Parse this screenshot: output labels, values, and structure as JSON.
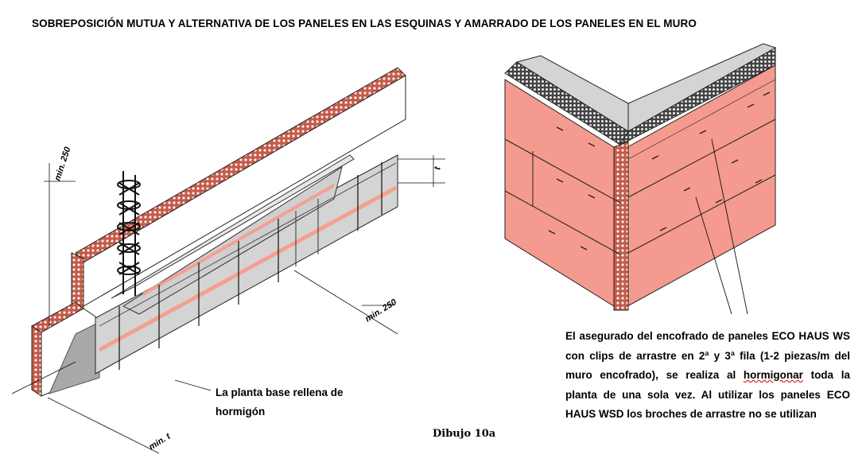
{
  "title": "SOBREPOSICIÓN MUTUA Y ALTERNATIVA DE LOS PANELES EN LAS ESQUINAS Y AMARRADO DE LOS PANELES EN EL MURO",
  "left_diagram": {
    "dim_min250_a": "min. 250",
    "dim_min250_b": "min. 250",
    "dim_min_t": "min. t",
    "dim_t": "t",
    "caption_line1": "La planta base rellena de",
    "caption_line2": "hormigón",
    "figure_label": "Dibujo 10a"
  },
  "right_diagram": {
    "caption_pre": "El asegurado del encofrado de paneles ECO HAUS WS con clips de arrastre en 2ª y 3ª fila (1-2 piezas/m del muro encofrado), se realiza al ",
    "caption_underlined": "hormigonar",
    "caption_post": " toda la planta de una sola vez. Al utilizar los paneles ECO HAUS WSD los broches de arrastre no se utilizan"
  },
  "colors": {
    "panel_face": "#f59a8e",
    "panel_gray": "#d4d4d4",
    "brick_edge": "#b54a3a",
    "stripe": "#f4a090"
  }
}
